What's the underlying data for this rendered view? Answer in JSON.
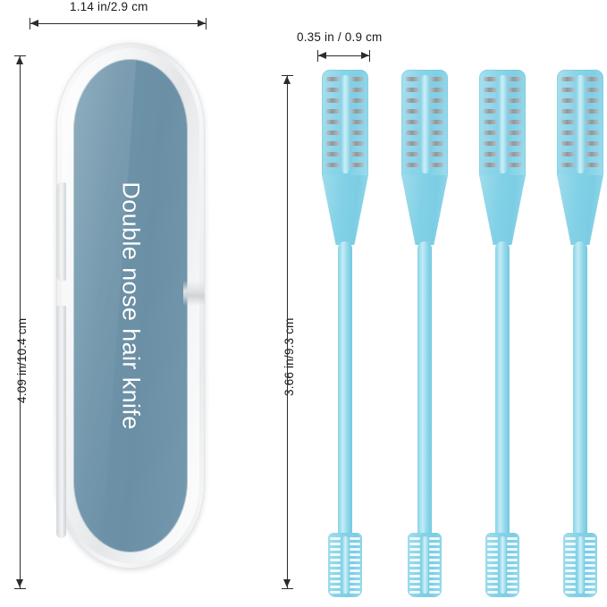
{
  "product": {
    "case_label": "Double nose hair knife",
    "case_color": "#6e93a9",
    "case_shell_color": "#eceef0",
    "razor_color": "#85d2e7",
    "blade_color": "#9aa1a7"
  },
  "dimensions": {
    "case_width": {
      "text": "1.14 in/2.9 cm",
      "orientation": "horizontal",
      "target": "case"
    },
    "case_height": {
      "text": "4.09 in/10.4 cm",
      "orientation": "vertical",
      "target": "case"
    },
    "razor_head_width": {
      "text": "0.35 in / 0.9 cm",
      "orientation": "horizontal",
      "target": "razor-head"
    },
    "razor_length": {
      "text": "3.66 in/9.3 cm",
      "orientation": "vertical",
      "target": "razor"
    }
  },
  "razors": {
    "count": 4,
    "items": [
      {
        "id": "razor-1"
      },
      {
        "id": "razor-2"
      },
      {
        "id": "razor-3"
      },
      {
        "id": "razor-4"
      }
    ]
  },
  "background_color": "#ffffff"
}
